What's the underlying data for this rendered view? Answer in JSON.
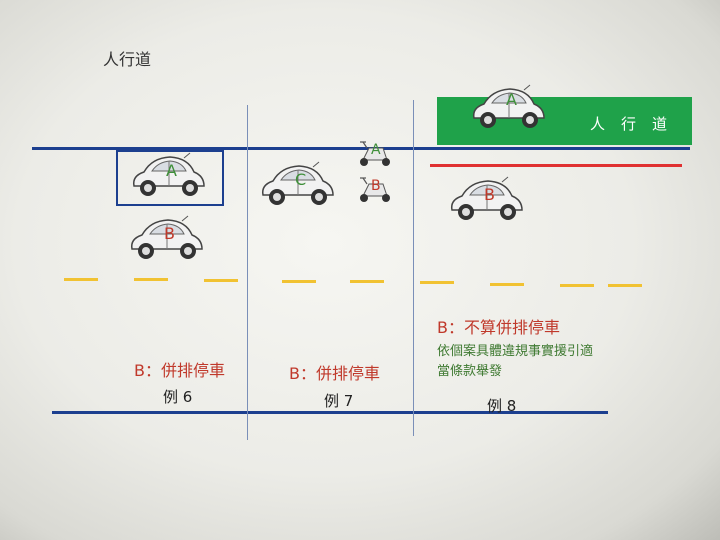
{
  "title": "人行道",
  "sidewalk_label": "人行道",
  "cars": [
    {
      "letter": "A",
      "color": "#3f8f3a"
    },
    {
      "letter": "B",
      "color": "#c0392b"
    },
    {
      "letter": "C",
      "color": "#3f8f3a"
    },
    {
      "letter": "A",
      "color": "#3f8f3a"
    },
    {
      "letter": "B",
      "color": "#c0392b"
    }
  ],
  "scooters": [
    {
      "letter": "A",
      "color": "#3f8f3a"
    },
    {
      "letter": "B",
      "color": "#c0392b"
    }
  ],
  "examples": [
    {
      "status": "B：併排停車",
      "name": "例 6"
    },
    {
      "status": "B：併排停車",
      "name": "例 7"
    },
    {
      "status": "B：不算併排停車",
      "name": "例 8",
      "note_line1": "依個案具體違規事實援引適",
      "note_line2": "當條款舉發"
    }
  ],
  "colors": {
    "road_line": "#1c3f8f",
    "lane_dash": "#f1c232",
    "red_curb": "#e03131",
    "sidewalk": "#1fa24a"
  }
}
